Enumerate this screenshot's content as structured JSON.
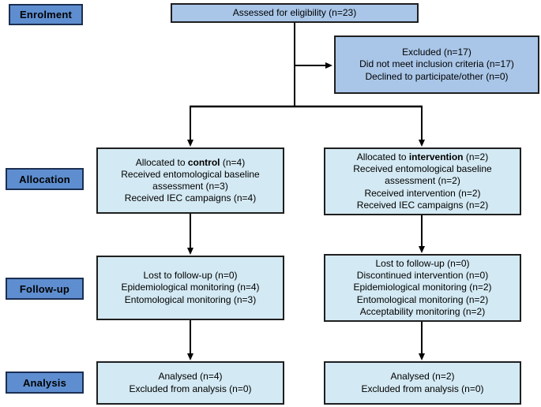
{
  "colors": {
    "header_fill": "#5e8ed0",
    "header_border": "#1c2f52",
    "periwinkle_fill": "#a9c6e8",
    "pale_fill": "#d3e9f3",
    "box_border": "#1f1f1f",
    "line_color": "#000000",
    "text_color": "#000000"
  },
  "stage_labels": {
    "enrolment": "Enrolment",
    "allocation": "Allocation",
    "followup": "Follow-up",
    "analysis": "Analysis"
  },
  "assessed": {
    "line1": "Assessed for eligibility (n=23)"
  },
  "excluded": {
    "line1": "Excluded (n=17)",
    "line2": "Did not meet inclusion criteria (n=17)",
    "line3": "Declined to participate/other (n=0)"
  },
  "allocation_control": {
    "line1_prefix": "Allocated to ",
    "line1_bold": "control",
    "line1_suffix": " (n=4)",
    "line2": "Received entomological baseline assessment (n=3)",
    "line3": "Received IEC campaigns (n=4)"
  },
  "allocation_intervention": {
    "line1_prefix": "Allocated to ",
    "line1_bold": "intervention",
    "line1_suffix": " (n=2)",
    "line2": "Received entomological baseline assessment (n=2)",
    "line3": "Received intervention (n=2)",
    "line4": "Received IEC campaigns (n=2)"
  },
  "followup_control": {
    "line1": "Lost to follow-up (n=0)",
    "line2": "Epidemiological monitoring (n=4)",
    "line3": "Entomological monitoring (n=3)"
  },
  "followup_intervention": {
    "line1": "Lost to follow-up (n=0)",
    "line2": "Discontinued intervention (n=0)",
    "line3": "Epidemiological monitoring (n=2)",
    "line4": "Entomological monitoring (n=2)",
    "line5": "Acceptability monitoring (n=2)"
  },
  "analysis_control": {
    "line1": "Analysed (n=4)",
    "line2": "Excluded from analysis (n=0)"
  },
  "analysis_intervention": {
    "line1": "Analysed (n=2)",
    "line2": "Excluded from analysis (n=0)"
  }
}
